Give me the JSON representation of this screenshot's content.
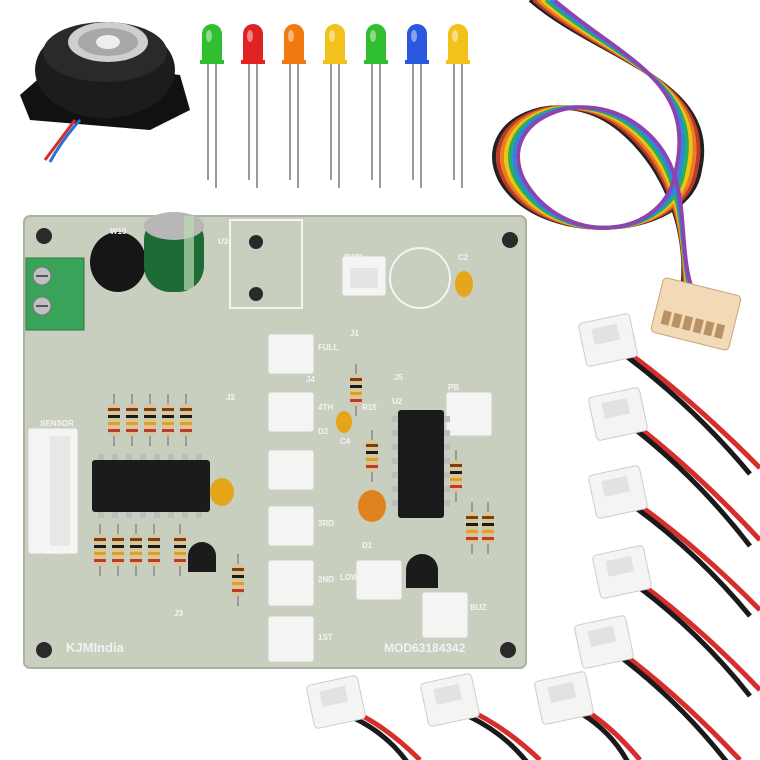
{
  "board": {
    "brand": "KJMIndia",
    "model": "MOD63184342",
    "silkscreen": {
      "sensor": "SENSOR",
      "com": "COM",
      "u2": "U2",
      "u3": "U3",
      "j1": "J1",
      "j2": "J2",
      "j3": "J3",
      "j4": "J4",
      "j5": "J5",
      "pb": "PB",
      "c2": "C2",
      "c4": "C4",
      "r15": "R15",
      "d1": "D1",
      "d2": "D2",
      "w10": "W10",
      "pwr": "PWR",
      "full": "FULL",
      "fourth": "4TH",
      "third": "3RD",
      "second": "2ND",
      "first": "1ST",
      "low": "LOW",
      "buzzer": "BUZ"
    }
  },
  "components": {
    "leds": [
      {
        "color": "#2fbf2f"
      },
      {
        "color": "#e02222"
      },
      {
        "color": "#f07a10"
      },
      {
        "color": "#f2c21a"
      },
      {
        "color": "#2fbf2f"
      },
      {
        "color": "#2a56e0"
      },
      {
        "color": "#f2c21a"
      }
    ],
    "ribbon_wire_colors": [
      "#222222",
      "#c0392b",
      "#e67e22",
      "#f1c40f",
      "#27ae60",
      "#2e86de",
      "#8e44ad"
    ],
    "jst_cable_count": 8,
    "colors": {
      "pcb": "#c9cfbf",
      "pcb_edge": "#aab39f",
      "connector_white": "#f4f4f2",
      "terminal_green": "#3aa35a",
      "ic_black": "#1b1b1b",
      "wire_red": "#d62d2d",
      "wire_black": "#1a1a1a",
      "housing_beige": "#f3d9b5"
    }
  }
}
